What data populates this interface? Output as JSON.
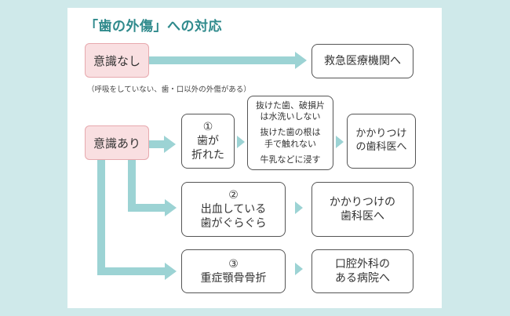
{
  "title": "「歯の外傷」への対応",
  "conscious_none": {
    "label": "意識なし",
    "note": "（呼吸をしていない、歯・口以外の外傷がある）",
    "destination": "救急医療機関へ"
  },
  "conscious_yes": {
    "label": "意識あり",
    "case1": {
      "number": "①",
      "title_line1": "歯が",
      "title_line2": "折れた",
      "instructions": {
        "line1": "抜けた歯、破損片",
        "line2": "は水洗いしない",
        "line3": "抜けた歯の根は",
        "line4": "手で触れない",
        "line5": "牛乳などに浸す"
      },
      "destination_line1": "かかりつけ",
      "destination_line2": "の歯科医へ"
    },
    "case2": {
      "number": "②",
      "title_line1": "出血している",
      "title_line2": "歯がぐらぐら",
      "destination_line1": "かかりつけの",
      "destination_line2": "歯科医へ"
    },
    "case3": {
      "number": "③",
      "title": "重症顎骨骨折",
      "destination_line1": "口腔外科の",
      "destination_line2": "ある病院へ"
    }
  },
  "colors": {
    "background": "#cfe9ea",
    "accent": "#2f8a8c",
    "arrow": "#9cd3d4",
    "pink_fill": "#f9dfe1",
    "pink_border": "#e7a9ae"
  }
}
